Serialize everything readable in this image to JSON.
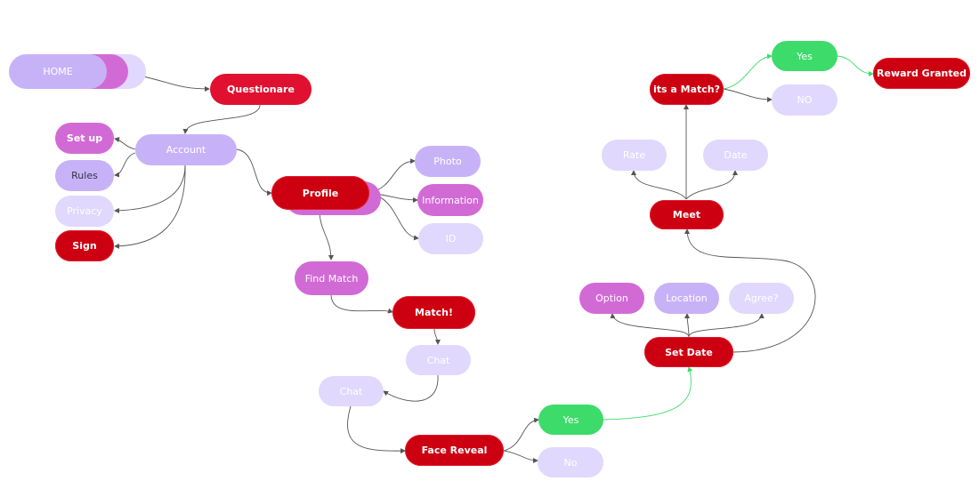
{
  "nodes": {
    "home": "HOME",
    "questionare": "Questionare",
    "account": "Account",
    "set_up": "Set up",
    "rules": "Rules",
    "privacy": "Privacy",
    "sign": "Sign",
    "profile": "Profile",
    "photo": "Photo",
    "information": "Information",
    "id": "ID",
    "find_match": "Find Match",
    "match": "Match!",
    "chat_1": "Chat",
    "chat_2": "Chat",
    "face_reveal": "Face Reveal",
    "yes_1": "Yes",
    "no_1": "No",
    "set_date": "Set Date",
    "option": "Option",
    "location": "Location",
    "agree": "Agree?",
    "meet": "Meet",
    "rate": "Rate",
    "date": "Date",
    "its_a_match": "its a Match?",
    "yes_2": "Yes",
    "no_2": "NO",
    "reward_granted": "Reward Granted"
  },
  "colors": {
    "red": "#cc0011",
    "crimson": "#e01030",
    "magenta": "#d26ad6",
    "lavender": "#c8b2f7",
    "pale_lavender": "#e0d8fd",
    "green": "#3ddb6a",
    "edge": "#555555"
  }
}
